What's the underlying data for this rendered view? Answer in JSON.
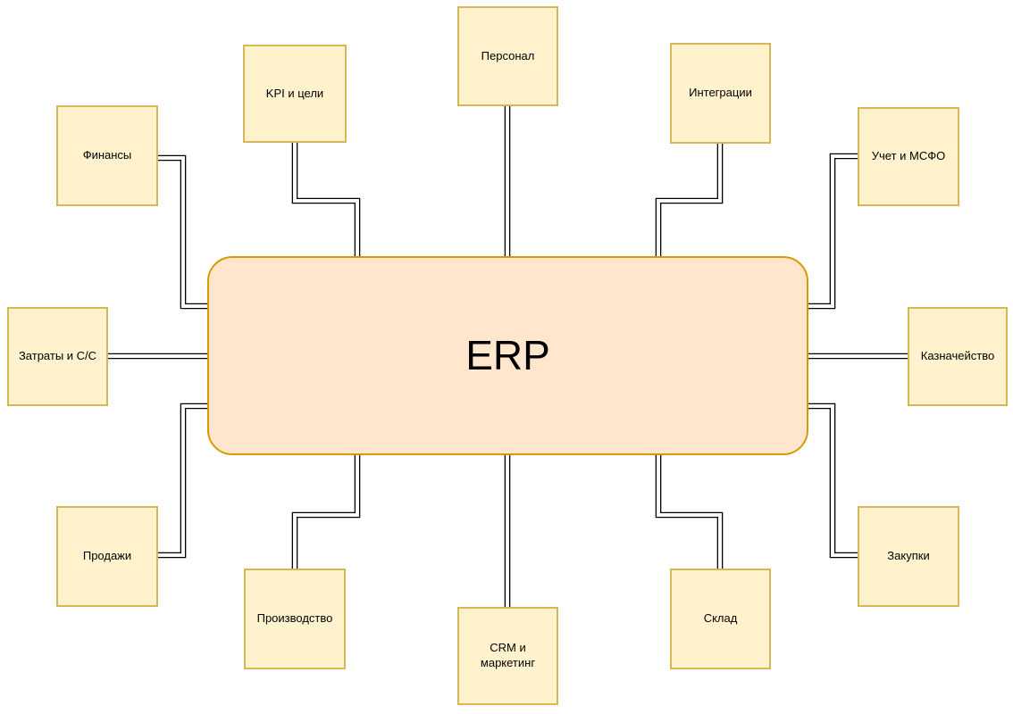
{
  "diagram": {
    "title": "ERP modules diagram",
    "center": {
      "label": "ERP"
    },
    "nodes": [
      {
        "id": "finance",
        "label": "Финансы"
      },
      {
        "id": "kpi",
        "label": "KPI и цели"
      },
      {
        "id": "personnel",
        "label": "Персонал"
      },
      {
        "id": "integrations",
        "label": "Интеграции"
      },
      {
        "id": "accounting",
        "label": "Учет и МСФО"
      },
      {
        "id": "treasury",
        "label": "Казначейство"
      },
      {
        "id": "costs",
        "label": "Затраты и С/С"
      },
      {
        "id": "sales",
        "label": "Продажи"
      },
      {
        "id": "production",
        "label": "Производство"
      },
      {
        "id": "crm",
        "label": "CRM и маркетинг"
      },
      {
        "id": "warehouse",
        "label": "Склад"
      },
      {
        "id": "procurement",
        "label": "Закупки"
      }
    ],
    "connections": [
      {
        "from": "Финансы",
        "to": "ERP"
      },
      {
        "from": "KPI и цели",
        "to": "ERP"
      },
      {
        "from": "Персонал",
        "to": "ERP"
      },
      {
        "from": "Интеграции",
        "to": "ERP"
      },
      {
        "from": "Учет и МСФО",
        "to": "ERP"
      },
      {
        "from": "Казначейство",
        "to": "ERP"
      },
      {
        "from": "Затраты и С/С",
        "to": "ERP"
      },
      {
        "from": "Продажи",
        "to": "ERP"
      },
      {
        "from": "Производство",
        "to": "ERP"
      },
      {
        "from": "CRM и маркетинг",
        "to": "ERP"
      },
      {
        "from": "Склад",
        "to": "ERP"
      },
      {
        "from": "Закупки",
        "to": "ERP"
      }
    ],
    "colors": {
      "node_fill": "#FFF2CC",
      "node_border": "#D6B656",
      "center_fill": "#FFE6CC",
      "center_border": "#D79B00",
      "connector": "#000000",
      "background": "#FFFFFF",
      "text": "#000000"
    }
  }
}
